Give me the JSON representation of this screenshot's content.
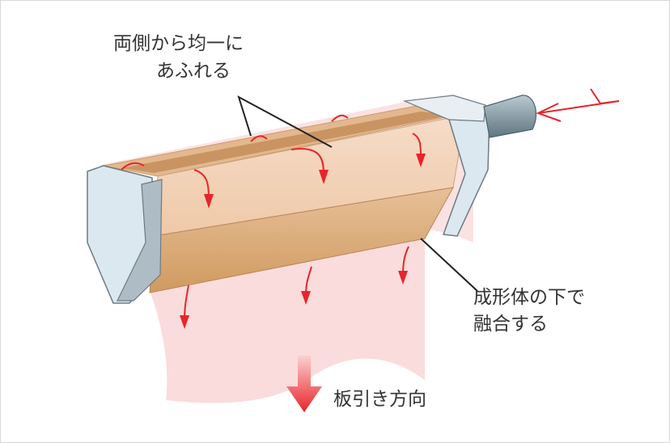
{
  "labels": {
    "overflow_line1": "両側から均一に",
    "overflow_line2": "あふれる",
    "fusion_line1": "成形体の下で",
    "fusion_line2": "融合する",
    "draw_direction": "板引き方向"
  },
  "colors": {
    "arrow": "#e8242a",
    "sheet": "#f9d6d6",
    "body_top": "#f3d2b8",
    "body_bottom": "#d9a873",
    "plate": "#dce8f0",
    "pipe": "#7d939e"
  }
}
